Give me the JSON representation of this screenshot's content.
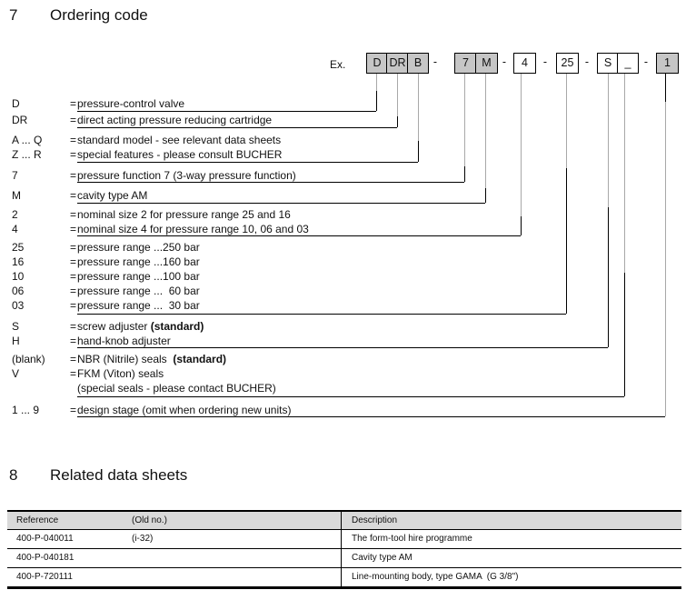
{
  "sections": {
    "ordering_code": {
      "number": "7",
      "title": "Ordering code"
    },
    "related_data_sheets": {
      "number": "8",
      "title": "Related data sheets"
    }
  },
  "ordering_code": {
    "example_label": "Ex.",
    "eq": "=",
    "boxes": [
      {
        "label": "D",
        "gray": true
      },
      {
        "label": "DR",
        "gray": true
      },
      {
        "label": "B",
        "gray": true
      },
      {
        "label": "-",
        "dash": true
      },
      {
        "label": "7",
        "gray": true
      },
      {
        "label": "M",
        "gray": true
      },
      {
        "label": "-",
        "dash": true
      },
      {
        "label": "4",
        "gray": false
      },
      {
        "label": "-",
        "dash": true
      },
      {
        "label": "25",
        "gray": false
      },
      {
        "label": "-",
        "dash": true
      },
      {
        "label": "S",
        "gray": false
      },
      {
        "label": "_",
        "gray": false
      },
      {
        "label": "-",
        "dash": true
      },
      {
        "label": "1",
        "gray": true
      }
    ],
    "legend": [
      {
        "code": "D",
        "text": "pressure-control valve"
      },
      {
        "code": "DR",
        "text": "direct acting pressure reducing cartridge"
      },
      {
        "code": "A ... Q",
        "text": "standard model - see relevant data sheets"
      },
      {
        "code": "Z ... R",
        "text": "special features - please consult BUCHER"
      },
      {
        "code": "7",
        "text": "pressure function 7 (3-way pressure function)"
      },
      {
        "code": "M",
        "text": "cavity type AM"
      },
      {
        "code": "2",
        "text": "nominal size 2 for pressure range 25 and 16"
      },
      {
        "code": "4",
        "text": "nominal size 4 for pressure range 10, 06 and 03"
      },
      {
        "code": "25",
        "text": "pressure range ...250 bar"
      },
      {
        "code": "16",
        "text": "pressure range ...160 bar"
      },
      {
        "code": "10",
        "text": "pressure range ...100 bar"
      },
      {
        "code": "06",
        "text": "pressure range ...  60 bar"
      },
      {
        "code": "03",
        "text": "pressure range ...  30 bar"
      },
      {
        "code": "S",
        "text": "screw adjuster ",
        "bold": "(standard)"
      },
      {
        "code": "H",
        "text": "hand-knob adjuster"
      },
      {
        "code": "(blank)",
        "text": "NBR (Nitrile) seals  ",
        "bold": "(standard)"
      },
      {
        "code": "V",
        "text": "FKM (Viton) seals"
      },
      {
        "code": "",
        "text": "(special seals - please contact BUCHER)"
      },
      {
        "code": "1 ... 9",
        "text": "design stage (omit when ordering new units)"
      }
    ]
  },
  "related_table": {
    "headers": [
      "Reference",
      "(Old no.)",
      "Description"
    ],
    "rows": [
      [
        "400-P-040011",
        "(i-32)",
        "The form-tool hire programme"
      ],
      [
        "400-P-040181",
        "",
        "Cavity type AM"
      ],
      [
        "400-P-720111",
        "",
        "Line-mounting body, type GAMA  (G 3/8\")"
      ]
    ]
  },
  "colors": {
    "box_gray": "#c6c6c6",
    "table_header_gray": "#d9d9d9",
    "line_black": "#000000",
    "connector_gray": "#a8a8a8"
  }
}
